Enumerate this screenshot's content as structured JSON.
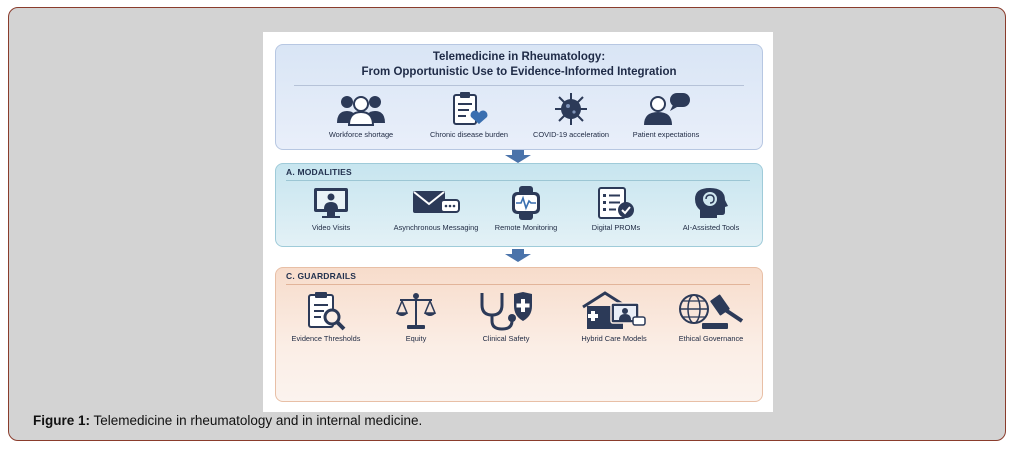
{
  "diagram": {
    "title_line1": "Telemedicine in Rheumatology:",
    "title_line2": "From Opportunistic Use to Evidence-Informed Integration",
    "drivers": [
      {
        "label": "Workforce shortage",
        "icon": "people-group-icon"
      },
      {
        "label": "Chronic disease burden",
        "icon": "clipboard-heart-icon"
      },
      {
        "label": "COVID-19 acceleration",
        "icon": "virus-icon"
      },
      {
        "label": "Patient expectations",
        "icon": "person-speech-icon"
      }
    ],
    "modalities": {
      "heading": "A. MODALITIES",
      "items": [
        {
          "label": "Video Visits",
          "icon": "video-monitor-icon"
        },
        {
          "label": "Asynchronous Messaging",
          "icon": "envelope-chat-icon"
        },
        {
          "label": "Remote Monitoring",
          "icon": "smartwatch-icon"
        },
        {
          "label": "Digital PROMs",
          "icon": "checklist-check-icon"
        },
        {
          "label": "AI-Assisted Tools",
          "icon": "ai-head-icon"
        }
      ]
    },
    "guardrails": {
      "heading": "C. GUARDRAILS",
      "items": [
        {
          "label": "Evidence Thresholds",
          "icon": "clipboard-magnifier-icon"
        },
        {
          "label": "Equity",
          "icon": "scales-icon"
        },
        {
          "label": "Clinical Safety",
          "icon": "stethoscope-shield-icon"
        },
        {
          "label": "Hybrid Care Models",
          "icon": "clinic-screen-icon"
        },
        {
          "label": "Ethical Governance",
          "icon": "globe-gavel-icon"
        }
      ]
    }
  },
  "caption": {
    "label": "Figure 1:",
    "text": " Telemedicine in rheumatology and in internal medicine."
  },
  "colors": {
    "frame_border": "#8a3c2c",
    "icon_dark": "#2c3a58",
    "arrow": "#4a73aa",
    "accent_blue": "#3a6fb0"
  }
}
